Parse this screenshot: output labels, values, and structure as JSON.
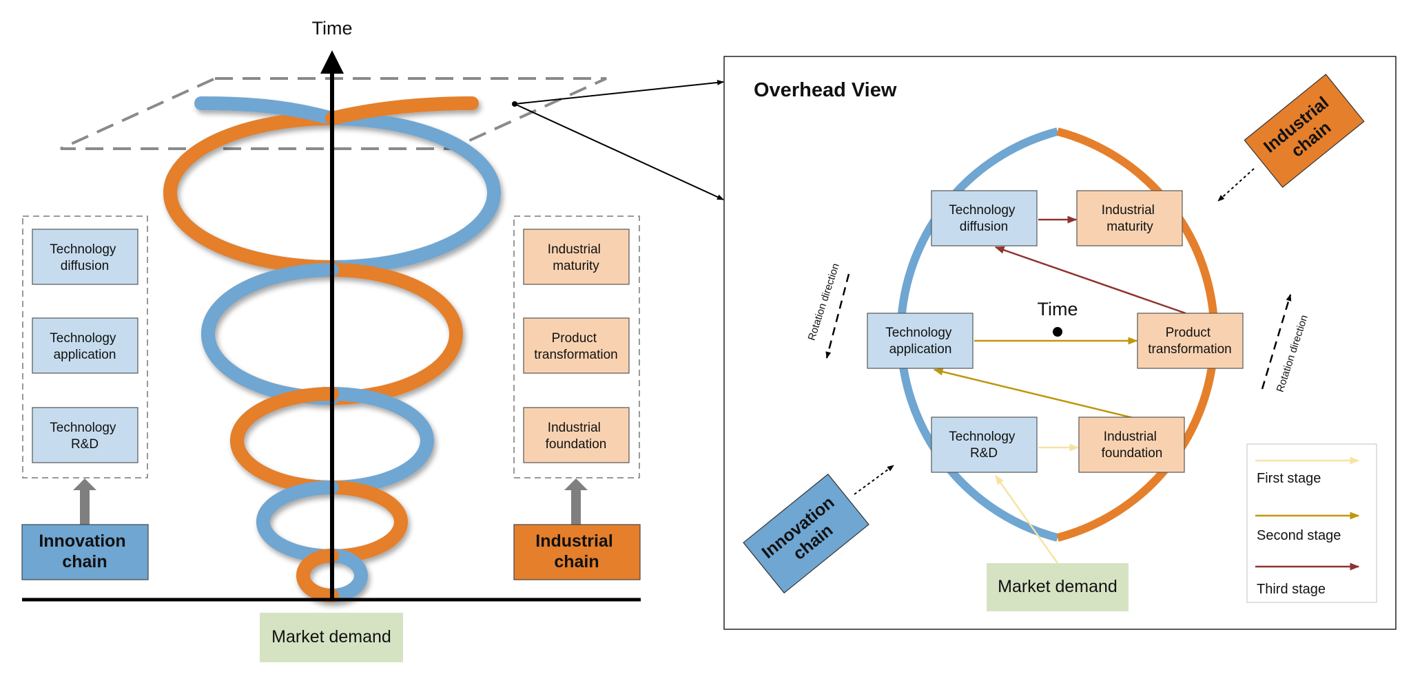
{
  "colors": {
    "innovation_blue": "#6fa6d2",
    "industrial_orange": "#e57f2b",
    "box_blue": "#c6dcee",
    "box_orange": "#f8d2b0",
    "box_green": "#d5e3c3",
    "first_stage": "#f6e3a4",
    "second_stage": "#c0960f",
    "third_stage": "#8f3330"
  },
  "spiral": {
    "time_label": "Time",
    "market_demand": "Market demand",
    "left_group": [
      "Technology diffusion",
      "Technology application",
      "Technology R&D"
    ],
    "right_group": [
      "Industrial maturity",
      "Product transformation",
      "Industrial foundation"
    ],
    "innovation_chain": "Innovation chain",
    "industrial_chain": "Industrial chain"
  },
  "overhead": {
    "title": "Overhead View",
    "time_label": "Time",
    "nodes": {
      "tech_diffusion": "Technology diffusion",
      "industrial_maturity": "Industrial maturity",
      "tech_application": "Technology application",
      "product_transformation": "Product transformation",
      "tech_rd": "Technology R&D",
      "industrial_foundation": "Industrial foundation"
    },
    "rotation_direction": "Rotation direction",
    "innovation_chain": "Innovation chain",
    "industrial_chain": "Industrial chain",
    "market_demand": "Market demand",
    "legend": {
      "first": "First stage",
      "second": "Second stage",
      "third": "Third stage"
    }
  }
}
